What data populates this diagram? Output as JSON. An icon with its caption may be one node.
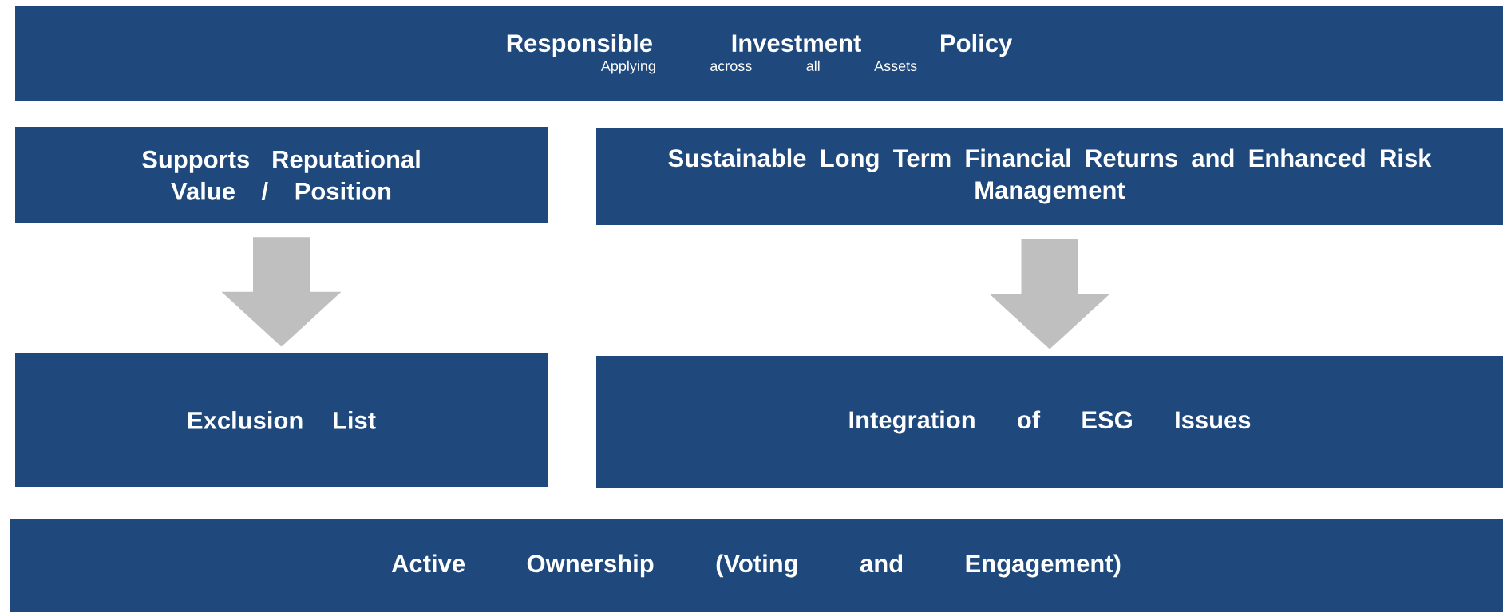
{
  "diagram": {
    "nodes": [
      {
        "text": [
          "Responsible Investment Policy",
          "Applying across all Assets"
        ]
      },
      {
        "text": [
          "Supports Reputational Value / Position"
        ]
      },
      {
        "text": [
          "Sustainable Long Term Financial Returns and Enhanced Risk Management"
        ]
      },
      {
        "text": [
          "Exclusion List"
        ]
      },
      {
        "text": [
          "Integration of ESG Issues"
        ]
      },
      {
        "text": [
          "Active Ownership (Voting and Engagement)"
        ]
      }
    ],
    "edges": [
      {
        "from": 1,
        "to": 3,
        "arrow": "to"
      },
      {
        "from": 2,
        "to": 4,
        "arrow": "to"
      }
    ]
  }
}
